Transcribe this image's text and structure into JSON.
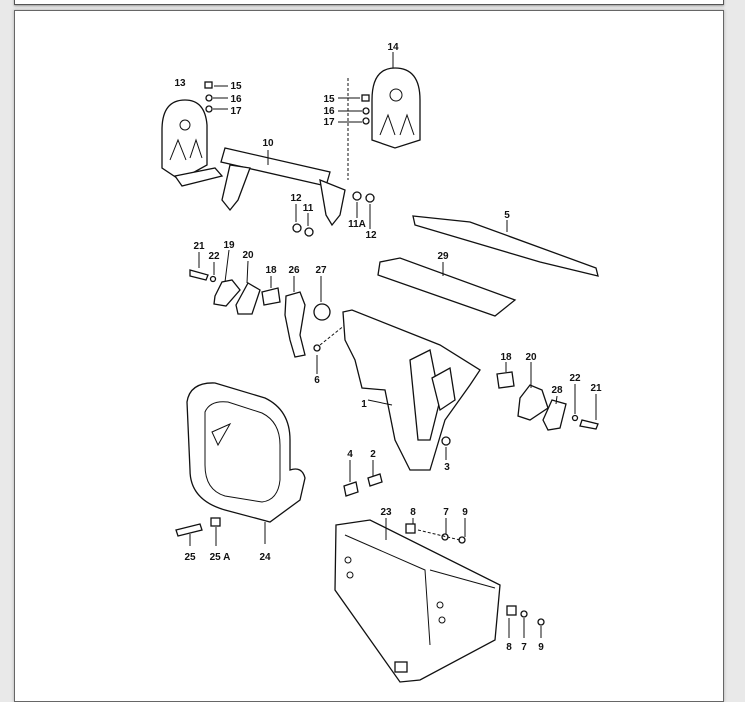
{
  "diagram": {
    "callouts": [
      {
        "id": "c14",
        "text": "14"
      },
      {
        "id": "c13",
        "text": "13"
      },
      {
        "id": "c15a",
        "text": "15"
      },
      {
        "id": "c16a",
        "text": "16"
      },
      {
        "id": "c17a",
        "text": "17"
      },
      {
        "id": "c15b",
        "text": "15"
      },
      {
        "id": "c16b",
        "text": "16"
      },
      {
        "id": "c17b",
        "text": "17"
      },
      {
        "id": "c10",
        "text": "10"
      },
      {
        "id": "c12a",
        "text": "12"
      },
      {
        "id": "c11",
        "text": "11"
      },
      {
        "id": "c11A",
        "text": "11A"
      },
      {
        "id": "c12b",
        "text": "12"
      },
      {
        "id": "c5",
        "text": "5"
      },
      {
        "id": "c21a",
        "text": "21"
      },
      {
        "id": "c22a",
        "text": "22"
      },
      {
        "id": "c19",
        "text": "19"
      },
      {
        "id": "c20a",
        "text": "20"
      },
      {
        "id": "c18a",
        "text": "18"
      },
      {
        "id": "c26",
        "text": "26"
      },
      {
        "id": "c27",
        "text": "27"
      },
      {
        "id": "c29",
        "text": "29"
      },
      {
        "id": "c6",
        "text": "6"
      },
      {
        "id": "c1",
        "text": "1"
      },
      {
        "id": "c18b",
        "text": "18"
      },
      {
        "id": "c20b",
        "text": "20"
      },
      {
        "id": "c28",
        "text": "28"
      },
      {
        "id": "c22b",
        "text": "22"
      },
      {
        "id": "c21b",
        "text": "21"
      },
      {
        "id": "c4",
        "text": "4"
      },
      {
        "id": "c2",
        "text": "2"
      },
      {
        "id": "c3",
        "text": "3"
      },
      {
        "id": "c23",
        "text": "23"
      },
      {
        "id": "c8a",
        "text": "8"
      },
      {
        "id": "c7a",
        "text": "7"
      },
      {
        "id": "c9a",
        "text": "9"
      },
      {
        "id": "c25",
        "text": "25"
      },
      {
        "id": "c25A",
        "text": "25 A"
      },
      {
        "id": "c24",
        "text": "24"
      },
      {
        "id": "c8b",
        "text": "8"
      },
      {
        "id": "c7b",
        "text": "7"
      },
      {
        "id": "c9b",
        "text": "9"
      }
    ]
  }
}
